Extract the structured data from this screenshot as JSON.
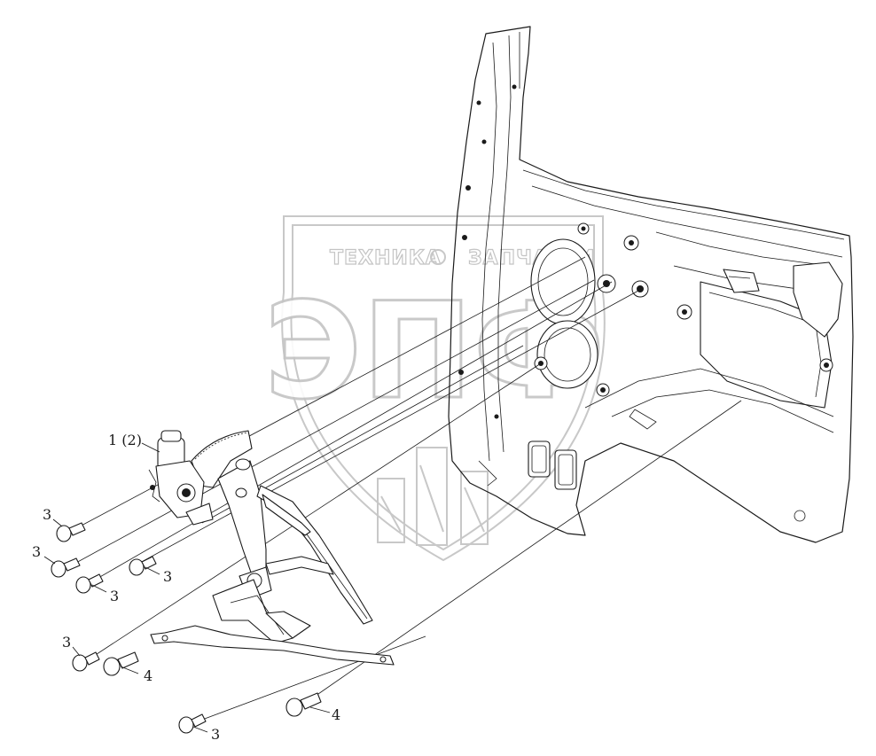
{
  "watermark": {
    "left_word": "ТЕХНИКА",
    "right_word": "ЗАПЧАСТИ",
    "big_letters": "ЭПФ",
    "color": "#c4c4c4"
  },
  "callouts": {
    "motor": "1 (2)",
    "bolt_a": "3",
    "bolt_b": "3",
    "bolt_c": "3",
    "bolt_d": "3",
    "bolt_e": "3",
    "bolt_f": "3",
    "bolt_g": "4",
    "bolt_h": "4"
  },
  "colors": {
    "ink": "#1a1a1a",
    "paper": "#ffffff"
  }
}
